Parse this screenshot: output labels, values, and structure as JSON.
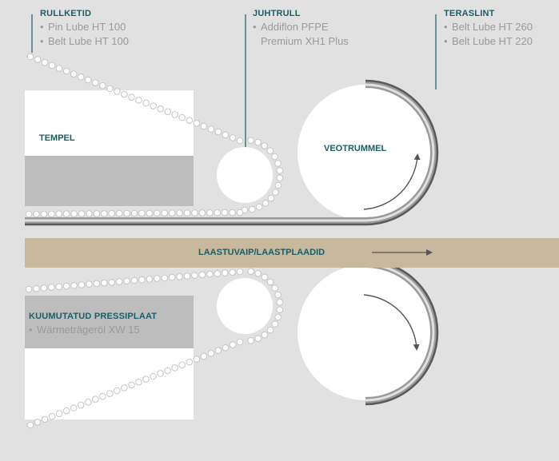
{
  "labels": {
    "rullketid": {
      "title": "RULLKETID",
      "items": [
        "Pin Lube HT 100",
        "Belt Lube HT 100"
      ]
    },
    "juhtrull": {
      "title": "JUHTRULL",
      "items": [
        "Addiflon PFPE",
        "Premium XH1 Plus"
      ]
    },
    "teraslint": {
      "title": "TERASLINT",
      "items": [
        "Belt Lube HT 260",
        "Belt Lube HT 220"
      ]
    },
    "tempel": "TEMPEL",
    "veotrummel": "VEOTRUMMEL",
    "laastuvaip": "LAASTUVAIP/LAASTPLAADID",
    "pressiplaat": {
      "title": "KUUMUTATUD PRESSIPLAAT",
      "items": [
        "Wärmeträgeröl XW 15"
      ]
    }
  },
  "bullet": "•",
  "colors": {
    "background": "#e1e1e1",
    "white": "#ffffff",
    "block_gray": "#bdbdbd",
    "title_teal": "#1a5e63",
    "item_gray": "#9a9a9a",
    "mat_tan": "#c8b89e",
    "belt_dark": "#666666",
    "chain_outline": "#c4c4c4"
  }
}
